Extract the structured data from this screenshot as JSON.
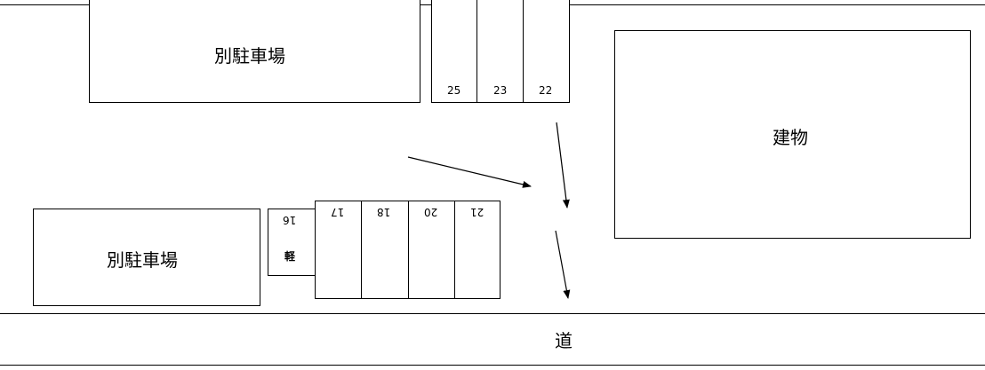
{
  "annex_parking_top": "別駐車場",
  "annex_parking_bottom": "別駐車場",
  "building": "建物",
  "road": "道",
  "top_spaces": [
    "25",
    "23",
    "22"
  ],
  "bottom_spaces": [
    "17",
    "18",
    "20",
    "21"
  ],
  "kei_space": {
    "number": "16",
    "type": "軽"
  }
}
